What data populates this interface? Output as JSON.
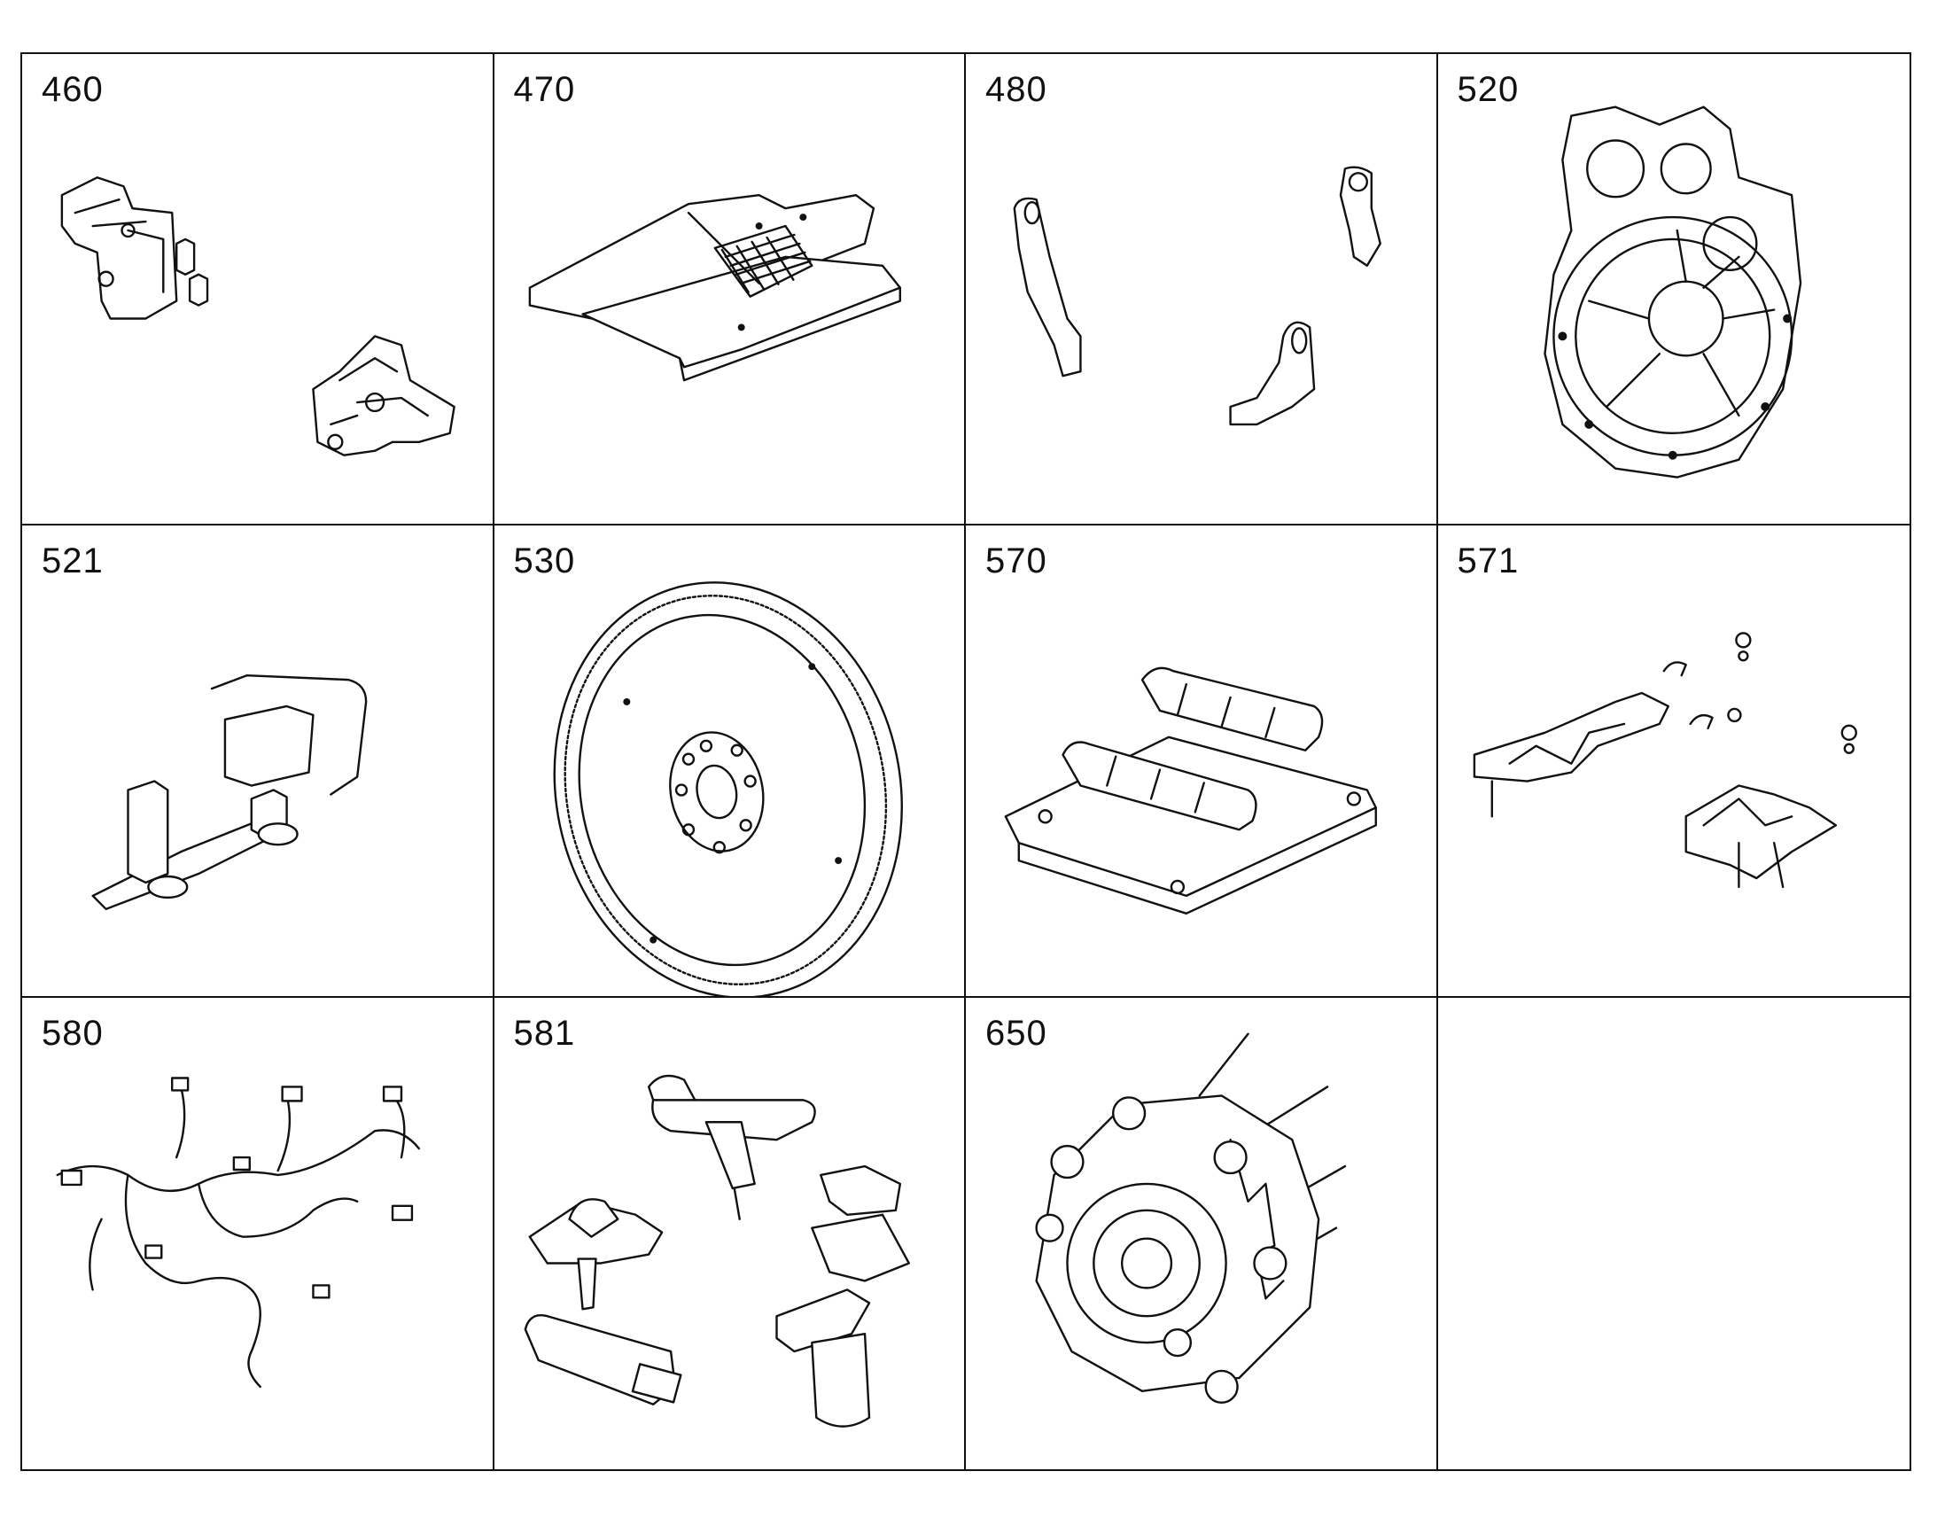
{
  "parts": [
    {
      "number": "460",
      "icon": "engine-mount-brackets-icon"
    },
    {
      "number": "470",
      "icon": "mounting-plate-icon"
    },
    {
      "number": "480",
      "icon": "lifting-eyes-icon"
    },
    {
      "number": "520",
      "icon": "flywheel-housing-icon"
    },
    {
      "number": "521",
      "icon": "bracket-tool-icon"
    },
    {
      "number": "530",
      "icon": "flywheel-icon"
    },
    {
      "number": "570",
      "icon": "engine-control-unit-icon"
    },
    {
      "number": "571",
      "icon": "ecu-bracket-icon"
    },
    {
      "number": "580",
      "icon": "wiring-harness-icon"
    },
    {
      "number": "581",
      "icon": "sensors-icon"
    },
    {
      "number": "650",
      "icon": "air-compressor-icon"
    }
  ],
  "colors": {
    "line": "#111111",
    "background": "#ffffff"
  }
}
